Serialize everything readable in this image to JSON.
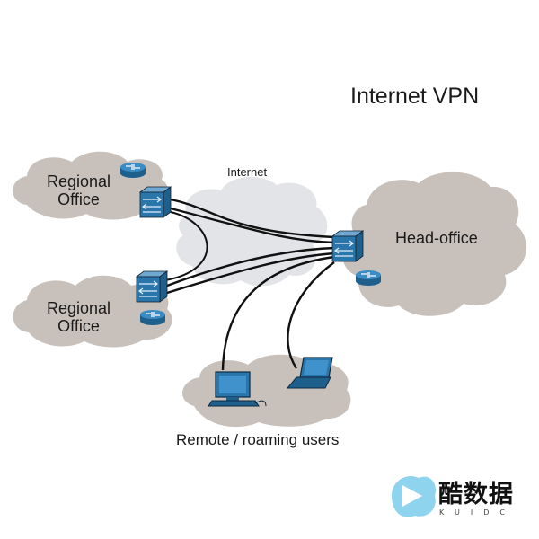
{
  "title": "Internet VPN",
  "internet_label": "Internet",
  "nodes": {
    "regional_office_1": {
      "line1": "Regional",
      "line2": "Office"
    },
    "regional_office_2": {
      "line1": "Regional",
      "line2": "Office"
    },
    "head_office": "Head-office",
    "remote_users": "Remote / roaming users"
  },
  "watermark": {
    "text": "酷数据",
    "sub": "KUIDC"
  },
  "colors": {
    "cloud_office": "#c8c1bb",
    "cloud_internet": "#e3e4e8",
    "device_blue": "#2a75a9",
    "link": "#111111"
  },
  "icons": [
    "router-icon",
    "firewall-icon",
    "desktop-computer-icon",
    "laptop-icon"
  ]
}
